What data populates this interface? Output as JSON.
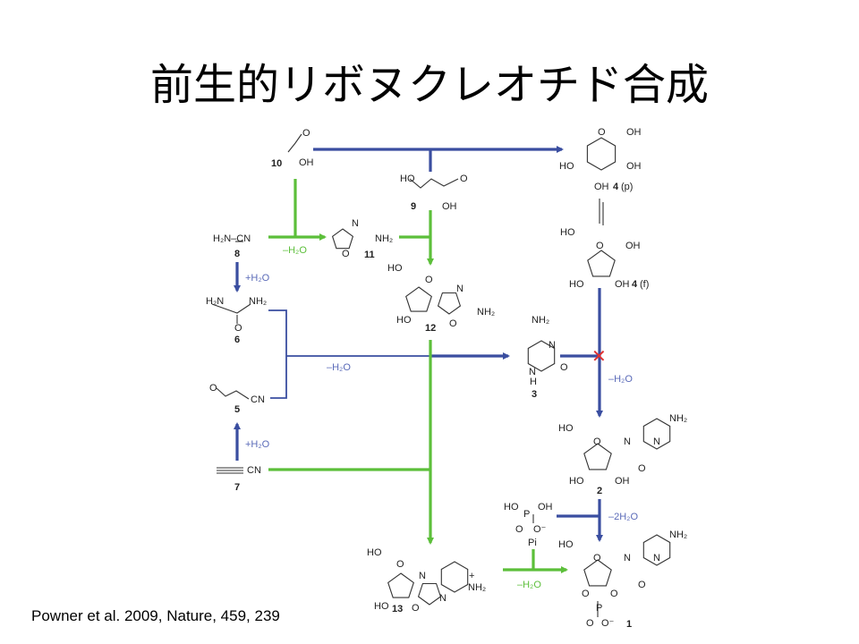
{
  "slide": {
    "title": "前生的リボヌクレオチド合成",
    "citation": "Powner et al. 2009, Nature, 459, 239"
  },
  "colors": {
    "blue_path": "#3a4ea0",
    "green_path": "#5cbf3a",
    "blocked_mark": "#e03030"
  },
  "compounds": {
    "c10": {
      "number": "10",
      "atoms": [
        "O",
        "OH"
      ]
    },
    "c9": {
      "number": "9",
      "atoms": [
        "HO",
        "O",
        "OH"
      ]
    },
    "c8": {
      "number": "8",
      "formula": "H₂N–CN"
    },
    "c11": {
      "number": "11",
      "atoms": [
        "N",
        "O",
        "NH₂"
      ]
    },
    "c12": {
      "number": "12",
      "atoms": [
        "HO",
        "O",
        "N",
        "NH₂",
        "HO",
        "O"
      ]
    },
    "c6": {
      "number": "6",
      "atoms": [
        "H₂N",
        "NH₂",
        "O"
      ]
    },
    "c5": {
      "number": "5",
      "atoms": [
        "O",
        "CN"
      ]
    },
    "c7": {
      "number": "7",
      "atoms": [
        "CN"
      ]
    },
    "c3": {
      "number": "3",
      "atoms": [
        "NH₂",
        "N",
        "O",
        "N",
        "H"
      ]
    },
    "c4p": {
      "number": "4",
      "form": "(p)",
      "atoms": [
        "O",
        "OH",
        "HO",
        "OH",
        "OH"
      ]
    },
    "c4f": {
      "number": "4",
      "form": "(f)",
      "atoms": [
        "HO",
        "O",
        "OH",
        "HO",
        "OH"
      ]
    },
    "c2": {
      "number": "2",
      "atoms": [
        "HO",
        "O",
        "N",
        "N",
        "NH₂",
        "O",
        "HO",
        "OH"
      ]
    },
    "pi": {
      "label": "Pi",
      "atoms": [
        "HO",
        "P",
        "OH",
        "O",
        "O⁻"
      ]
    },
    "c13": {
      "number": "13",
      "atoms": [
        "HO",
        "O",
        "N",
        "N",
        "O",
        "+",
        "NH₂",
        "HO"
      ]
    },
    "c1": {
      "number": "1",
      "atoms": [
        "HO",
        "O",
        "N",
        "N",
        "NH₂",
        "O",
        "O",
        "O",
        "P",
        "O",
        "O⁻"
      ]
    }
  },
  "conditions": {
    "c8_to_11": "–H₂O",
    "c8_to_6": "+H₂O",
    "c6_c5_to_3": "–H₂O",
    "c7_to_5": "+H₂O",
    "c4_3_to_2": "–H₂O",
    "c2_to_1": "–2H₂O",
    "c13_to_1": "–H₂O"
  },
  "blocked_step": "✕"
}
